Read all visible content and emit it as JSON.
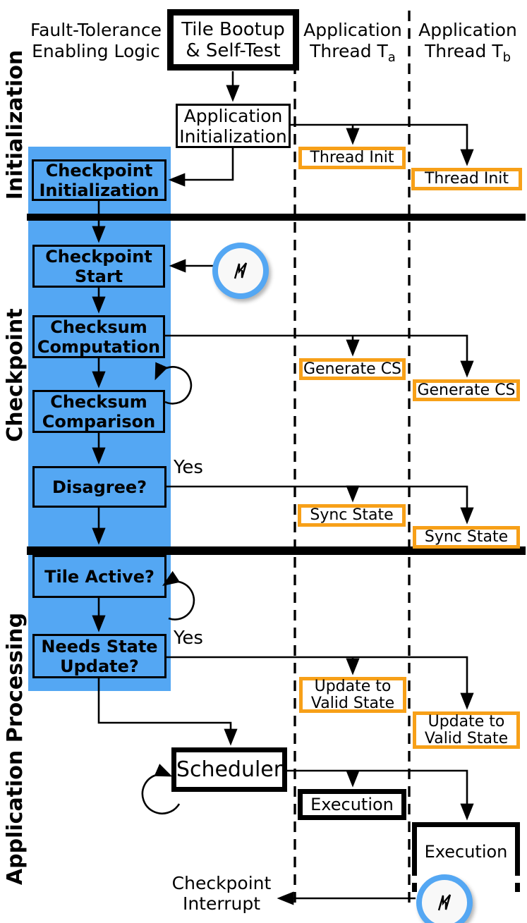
{
  "colors": {
    "phase_blue": "#54A7F3",
    "thread_orange": "#F7A018",
    "line_black": "#000000",
    "event_circle_fill": "#F8F8F8"
  },
  "icons": {
    "event": "lightning-icon"
  },
  "phases": {
    "initialization": "Initialization",
    "checkpoint": "Checkpoint",
    "application_processing": "Application Processing"
  },
  "headers": {
    "logic": "Fault-Tolerance\nEnabling Logic",
    "bootup": "Tile Bootup\n& Self-Test",
    "thread_a": {
      "base": "Application\nThread T",
      "sub": "a"
    },
    "thread_b": {
      "base": "Application\nThread T",
      "sub": "b"
    }
  },
  "logic_flow": {
    "app_init": "Application\nInitialization",
    "checkpoint_init": "Checkpoint\nInitialization",
    "checkpoint_start": "Checkpoint\nStart",
    "checksum_computation": "Checksum\nComputation",
    "checksum_comparison": "Checksum\nComparison",
    "disagree": "Disagree?",
    "tile_active": "Tile Active?",
    "needs_state_update": "Needs State\nUpdate?",
    "scheduler": "Scheduler",
    "yes_disagree": "Yes",
    "yes_needs_update": "Yes",
    "checkpoint_interrupt": "Checkpoint\nInterrupt"
  },
  "thread_a": {
    "thread_init": "Thread Init",
    "generate_cs": "Generate CS",
    "sync_state": "Sync State",
    "update_valid": "Update to\nValid State",
    "execution": "Execution"
  },
  "thread_b": {
    "thread_init": "Thread Init",
    "generate_cs": "Generate CS",
    "sync_state": "Sync State",
    "update_valid": "Update to\nValid State",
    "execution": "Execution"
  }
}
